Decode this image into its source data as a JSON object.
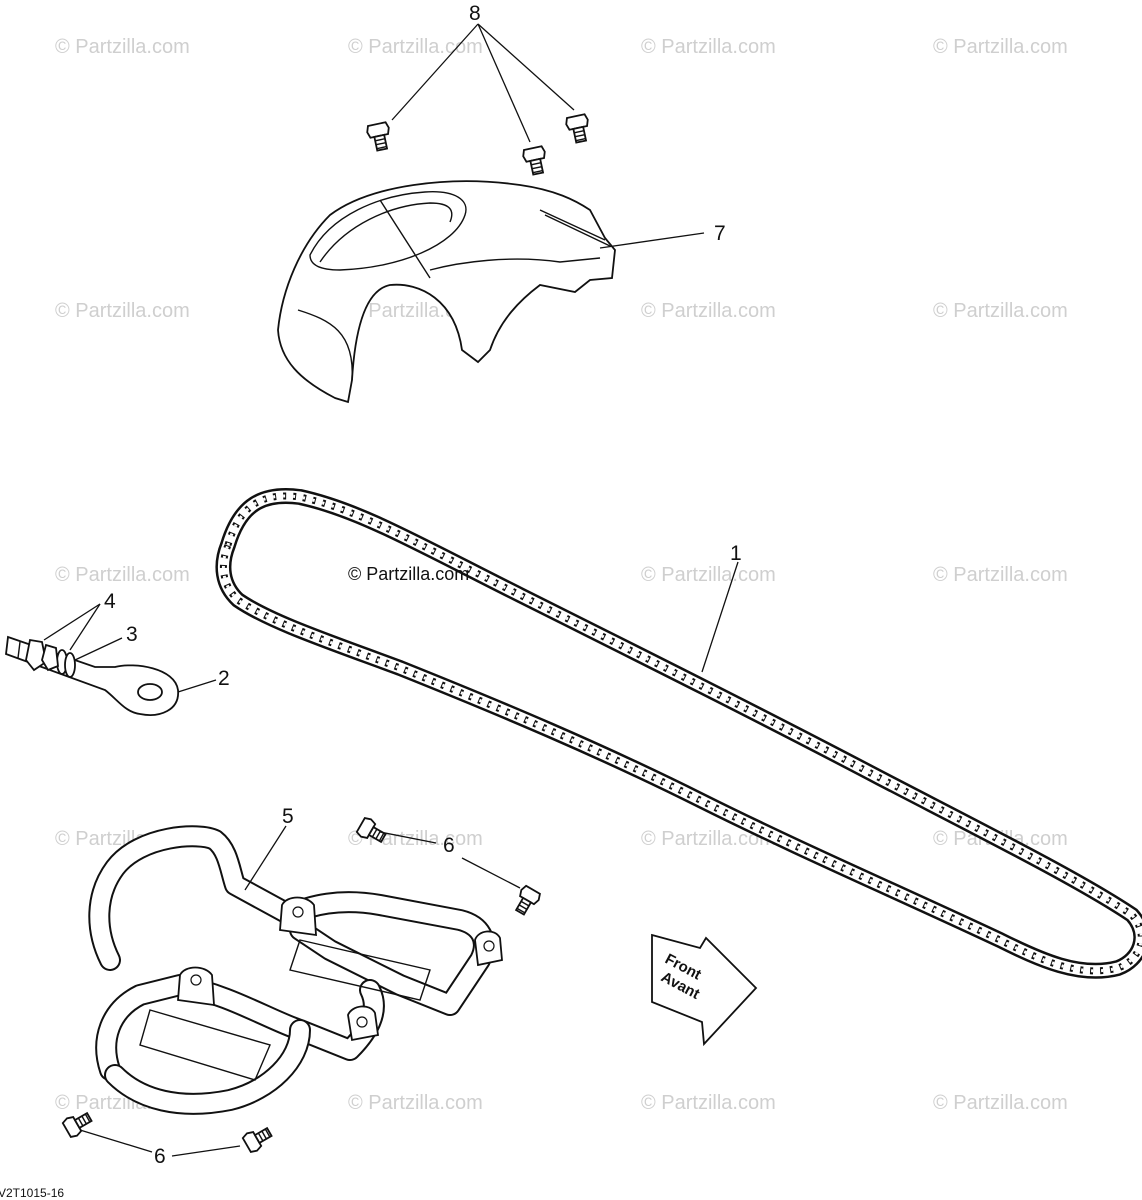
{
  "watermark": "© Partzilla.com",
  "watermark_center": "© Partzilla.com",
  "drawing_id": "V2T1015-16",
  "arrow": {
    "line1": "Front",
    "line2": "Avant"
  },
  "callouts": {
    "c1": "1",
    "c2": "2",
    "c3": "3",
    "c4": "4",
    "c5": "5",
    "c6a": "6",
    "c6b": "6",
    "c7": "7",
    "c8": "8"
  },
  "parts": [
    "chain",
    "chain-adjuster-eye-bolt",
    "washer",
    "nut",
    "footrest-bracket",
    "flanged-screw",
    "chain-guard",
    "chain-guard-screw"
  ]
}
